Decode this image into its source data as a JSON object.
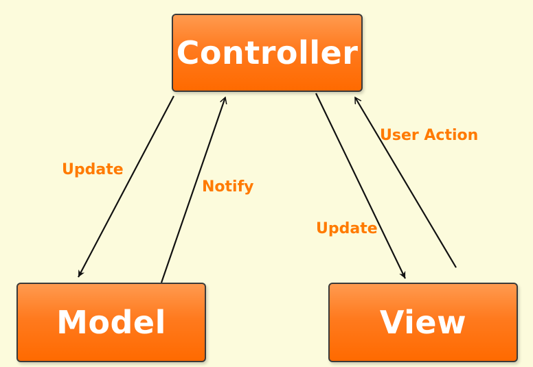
{
  "nodes": {
    "controller": "Controller",
    "model": "Model",
    "view": "View"
  },
  "edges": {
    "controller_to_model": "Update",
    "model_to_controller": "Notify",
    "controller_to_view": "Update",
    "view_to_controller": "User Action"
  },
  "colors": {
    "background": "#fcfbdc",
    "node_fill": "#ff7a1e",
    "node_text": "#ffffff",
    "label_text": "#ff7a00",
    "arrow": "#111111"
  }
}
